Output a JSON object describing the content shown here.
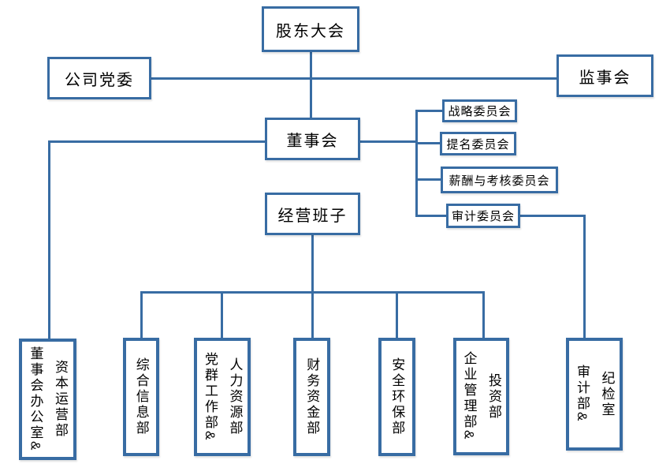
{
  "colors": {
    "line": "#386CA3",
    "text": "#000000",
    "bg": "#FFFFFF"
  },
  "org": {
    "shareholders": "股东大会",
    "party_committee": "公司党委",
    "supervisory_board": "监事会",
    "board": "董事会",
    "management": "经营班子",
    "committees": [
      {
        "label": "战略委员会"
      },
      {
        "label": "提名委员会"
      },
      {
        "label": "薪酬与考核委员会"
      },
      {
        "label": "审计委员会"
      }
    ],
    "departments": [
      {
        "label": "资本运营部\n董事会办公室&"
      },
      {
        "label": "综合信息部"
      },
      {
        "label": "人力资源部\n党群工作部&"
      },
      {
        "label": "财务资金部"
      },
      {
        "label": "安全环保部"
      },
      {
        "label": "投资部\n企业管理部&"
      },
      {
        "label": "纪检室\n审计部&"
      }
    ]
  }
}
